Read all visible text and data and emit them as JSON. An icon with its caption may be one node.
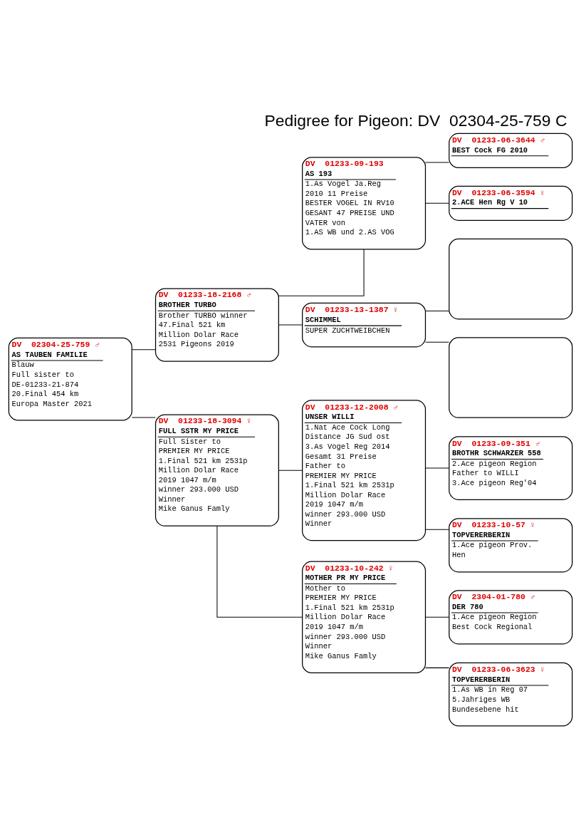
{
  "diagram": {
    "title": "Pedigree for Pigeon: DV  02304-25-759 C",
    "nodes": [
      {
        "text": [
          "DV  02304-25-759 ♂",
          "AS TAUBEN FAMILIE",
          "Blauw",
          "Full sister to",
          "DE-01233-21-874",
          "20.Final 454 km",
          "Europa Master 2021"
        ]
      },
      {
        "text": [
          "DV  01233-18-2168 ♂",
          "BROTHER TURBO",
          "Brother TURBO winner",
          "47.Final 521 km",
          "Million Dolar Race",
          "2531 Pigeons 2019"
        ]
      },
      {
        "text": [
          "DV  01233-18-3094 ♀",
          "FULL SSTR MY PRICE",
          "Full Sister to",
          "PREMIER MY PRICE",
          "1.Final 521 km 2531p",
          "Million Dolar Race",
          "2019 1047 m/m",
          "winner 293.000 USD",
          "Winner",
          "Mike Ganus Famly"
        ]
      },
      {
        "text": [
          "DV  01233-09-193",
          "AS 193",
          "1.As Vogel Ja.Reg",
          "2010 11 Preise",
          "BESTER VOGEL IN RV10",
          "GESANT 47 PREISE UND",
          "VATER von",
          "1.AS WB und 2.AS VOG"
        ]
      },
      {
        "text": [
          "DV  01233-13-1387 ♀",
          "SCHIMMEL",
          "SUPER ZUCHTWEIBCHEN"
        ]
      },
      {
        "text": [
          "DV  01233-12-2008 ♂",
          "UNSER WILLI",
          "1.Nat Ace Cock Long",
          "Distance JG Sud ost",
          "3.As Vogel Reg 2014",
          "Gesamt 31 Preise",
          "Father to",
          "PREMIER MY PRICE",
          "1.Final 521 km 2531p",
          "Million Dolar Race",
          "2019 1047 m/m",
          "winner 293.000 USD",
          "Winner"
        ]
      },
      {
        "text": [
          "DV  01233-10-242 ♀",
          "MOTHER PR MY PRICE",
          "Mother to",
          "PREMIER MY PRICE",
          "1.Final 521 km 2531p",
          "Million Dolar Race",
          "2019 1047 m/m",
          "winner 293.000 USD",
          "Winner",
          "Mike Ganus Famly"
        ]
      },
      {
        "text": [
          "DV  01233-06-3644 ♂",
          "BEST Cock FG 2010"
        ]
      },
      {
        "text": [
          "DV  01233-06-3594 ♀",
          "2.ACE Hen Rg V 10"
        ]
      },
      {
        "text": [],
        "shape": "box"
      },
      {
        "text": [],
        "shape": "box"
      },
      {
        "text": [
          "DV  01233-09-351 ♂",
          "BROTHR SCHWARZER 558",
          "2.Ace pigeon Region",
          "Father to WILLI",
          "3.Ace pigeon Reg'04"
        ]
      },
      {
        "text": [
          "DV  01233-10-57 ♀",
          "TOPVERERBERIN",
          "1.Ace pigeon Prov.",
          "Hen"
        ]
      },
      {
        "text": [
          "DV  2304-01-780 ♂",
          "DER 780",
          "1.Ace pigeon Region",
          "Best Cock Regional"
        ]
      },
      {
        "text": [
          "DV  01233-06-3623 ♀",
          "TOPVERERBERIN",
          "1.As WB in Reg 07",
          "5.Jahriges WB",
          "Bundesebene hit"
        ]
      }
    ],
    "edges": [
      {
        "from": 0,
        "to": 1,
        "arrow": "none"
      },
      {
        "from": 0,
        "to": 2,
        "arrow": "none"
      },
      {
        "from": 1,
        "to": 3,
        "arrow": "none"
      },
      {
        "from": 1,
        "to": 4,
        "arrow": "none"
      },
      {
        "from": 2,
        "to": 5,
        "arrow": "none"
      },
      {
        "from": 2,
        "to": 6,
        "arrow": "none"
      },
      {
        "from": 3,
        "to": 7,
        "arrow": "none"
      },
      {
        "from": 3,
        "to": 8,
        "arrow": "none"
      },
      {
        "from": 4,
        "to": 9,
        "arrow": "none"
      },
      {
        "from": 4,
        "to": 10,
        "arrow": "none"
      },
      {
        "from": 5,
        "to": 11,
        "arrow": "none"
      },
      {
        "from": 5,
        "to": 12,
        "arrow": "none"
      },
      {
        "from": 6,
        "to": 13,
        "arrow": "none"
      },
      {
        "from": 6,
        "to": 14,
        "arrow": "none"
      }
    ]
  }
}
